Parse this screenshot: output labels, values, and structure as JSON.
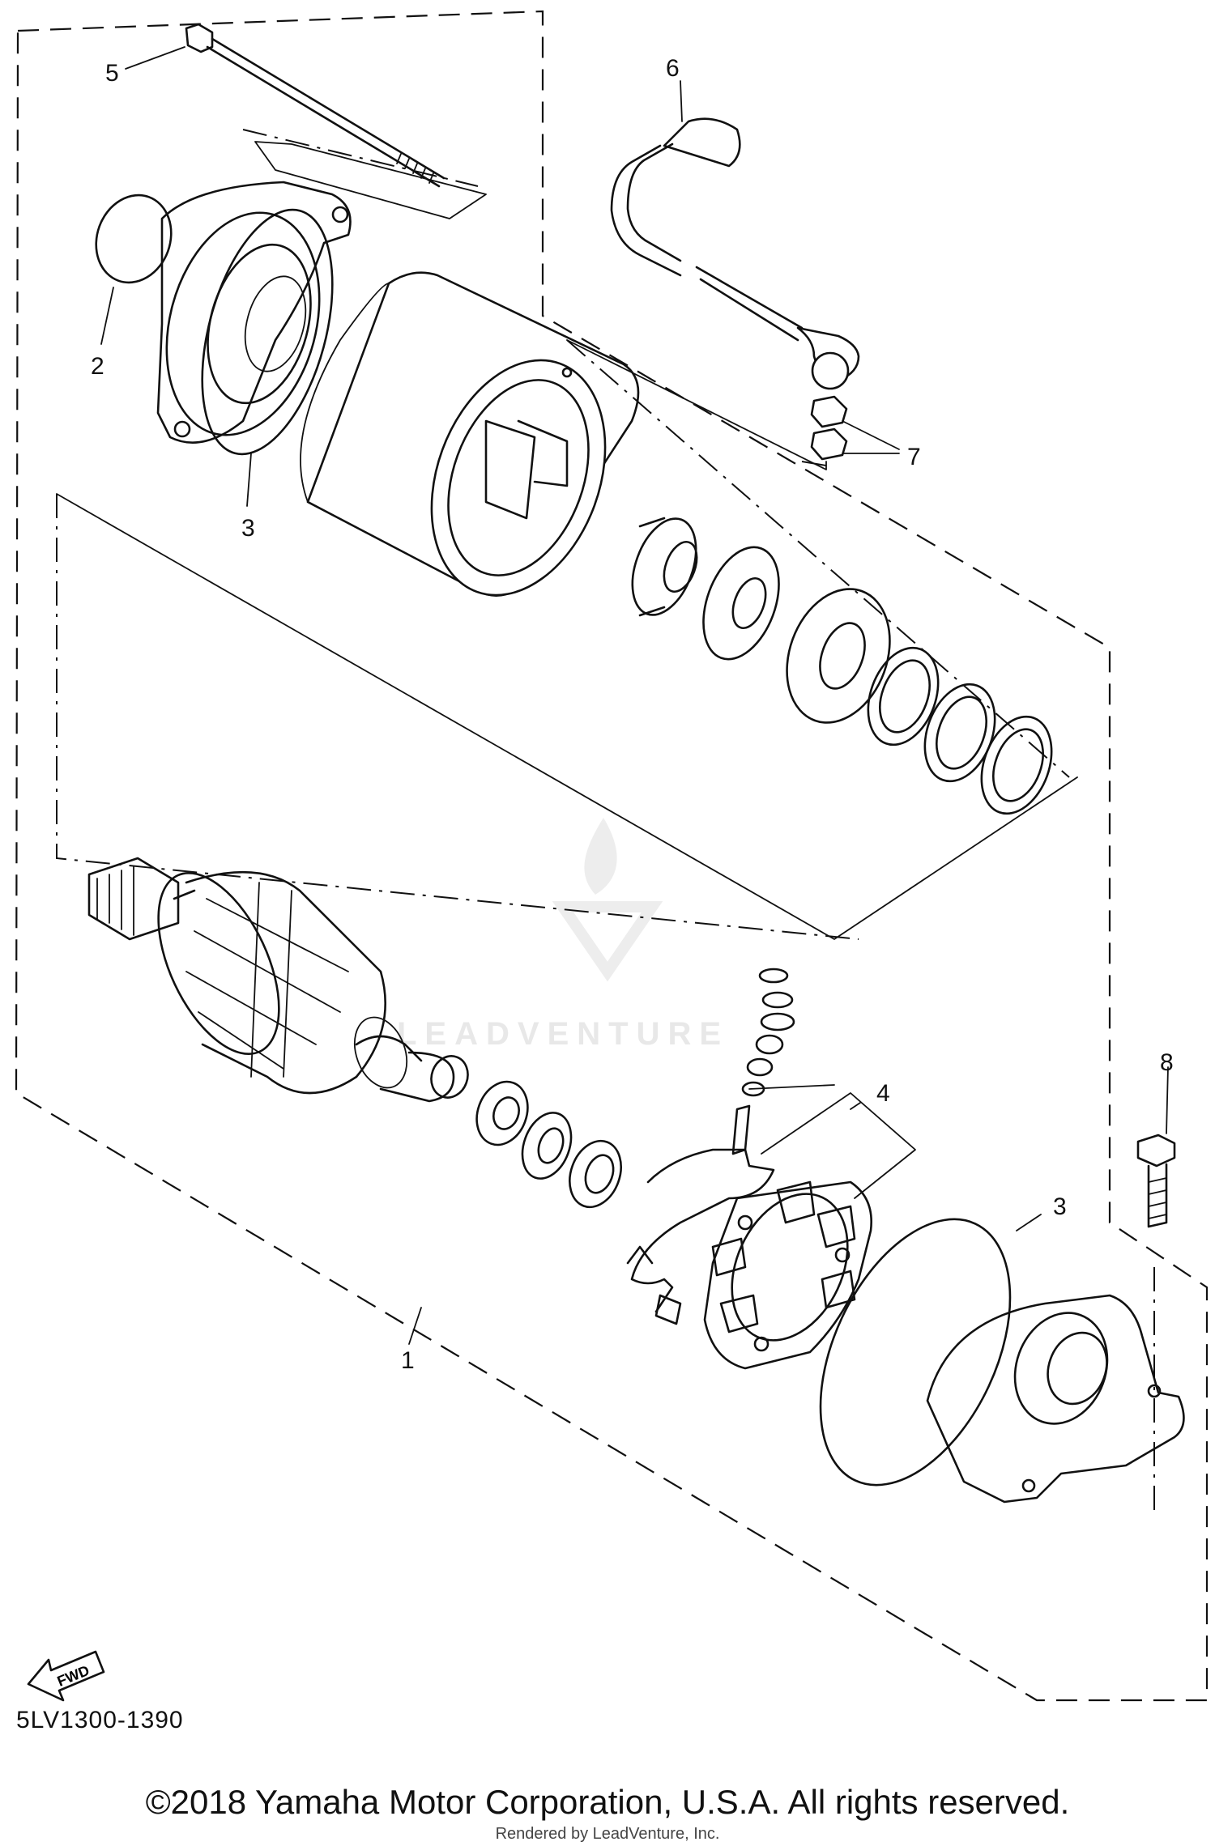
{
  "callouts": {
    "c1": "1",
    "c2": "2",
    "c3a": "3",
    "c3b": "3",
    "c4": "4",
    "c5": "5",
    "c6": "6",
    "c7": "7",
    "c8": "8"
  },
  "fwd_label": "FWD",
  "diagram_code": "5LV1300-1390",
  "watermark": {
    "text": "LEADVENTURE"
  },
  "copyright": "©2018 Yamaha Motor Corporation, U.S.A. All rights reserved.",
  "rendered_by": "Rendered by LeadVenture, Inc."
}
